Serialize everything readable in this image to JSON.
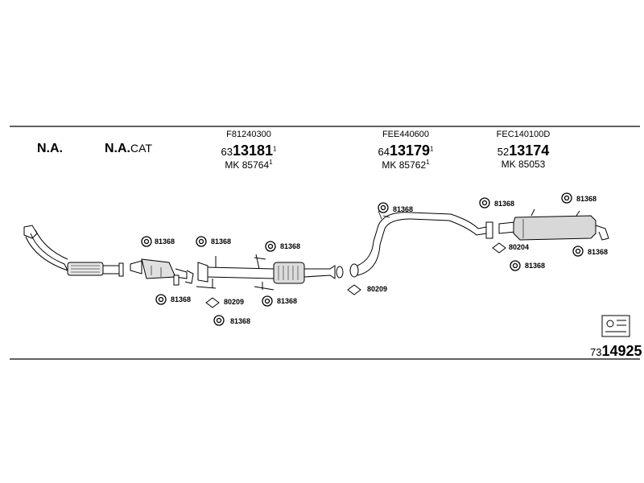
{
  "headers": {
    "na1": "N.A.",
    "na2_main": "N.A.",
    "na2_suffix": "CAT",
    "col1": {
      "code": "F81240300",
      "prefix": "63",
      "num": "13181",
      "sup": "1",
      "mk": "MK 85764",
      "mk_sup": "1"
    },
    "col2": {
      "code": "FEE440600",
      "prefix": "64",
      "num": "13179",
      "sup": "1",
      "mk": "MK 85762",
      "mk_sup": "1"
    },
    "col3": {
      "code": "FEC140100D",
      "prefix": "52",
      "num": "13174",
      "mk": "MK 85053"
    }
  },
  "labels": {
    "l1": "81368",
    "l2": "81368",
    "l3": "81368",
    "l4": "81368",
    "l5": "80209",
    "l6": "81368",
    "l7": "81368",
    "l8": "81368",
    "l9": "80209",
    "l10": "81368",
    "l11": "81368",
    "l12": "80204",
    "l13": "81368",
    "l14": "81368"
  },
  "reference": {
    "prefix": "73",
    "num": "14925"
  },
  "colors": {
    "line": "#000000",
    "part_fill": "#d8d8d8",
    "background": "#ffffff"
  }
}
